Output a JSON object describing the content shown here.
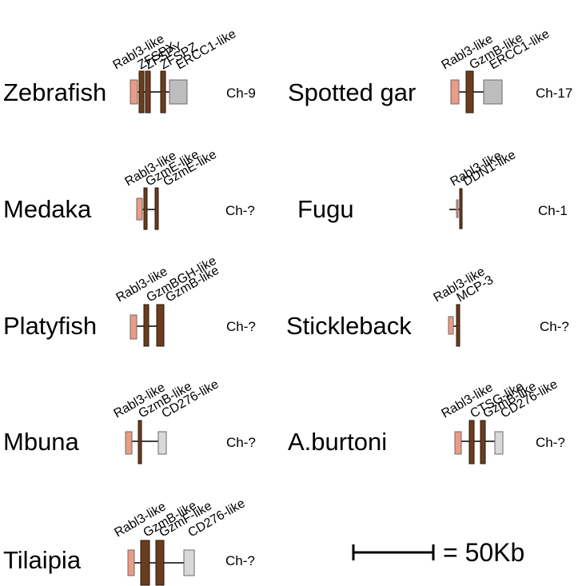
{
  "colors": {
    "rabl3": "#ec9b86",
    "gzm": "#6b3d1f",
    "grey_dark": "#bdbdbd",
    "grey_light": "#d9d9d9",
    "line": "#000000",
    "edge": "#6a6a6a"
  },
  "scale": {
    "label": "= 50Kb"
  },
  "loci": [
    {
      "species": "Zebrafish",
      "chromosome": "Ch-9",
      "genes": [
        {
          "label": "Rabl3-like",
          "kind": "rabl3"
        },
        {
          "label": "ZFSPX",
          "kind": "gzm"
        },
        {
          "label": "ZFSPY",
          "kind": "gzm"
        },
        {
          "label": "ZFSPZ",
          "kind": "gzm"
        },
        {
          "label": "ERCC1-like",
          "kind": "grey_dark"
        }
      ]
    },
    {
      "species": "Spotted gar",
      "chromosome": "Ch-17",
      "genes": [
        {
          "label": "Rabl3-like",
          "kind": "rabl3"
        },
        {
          "label": "GzmB-like",
          "kind": "gzm"
        },
        {
          "label": "ERCC1-like",
          "kind": "grey_dark"
        }
      ]
    },
    {
      "species": "Medaka",
      "chromosome": "Ch-?",
      "genes": [
        {
          "label": "Rabl3-like",
          "kind": "rabl3"
        },
        {
          "label": "GzmE-like",
          "kind": "gzm"
        },
        {
          "label": "GzmE-like",
          "kind": "gzm"
        }
      ]
    },
    {
      "species": "Fugu",
      "chromosome": "Ch-1",
      "genes": [
        {
          "label": "Rabl3-like",
          "kind": "rabl3"
        },
        {
          "label": "DDN1-like",
          "kind": "gzm"
        }
      ]
    },
    {
      "species": "Platyfish",
      "chromosome": "Ch-?",
      "genes": [
        {
          "label": "Rabl3-like",
          "kind": "rabl3"
        },
        {
          "label": "GzmBGH-like",
          "kind": "gzm"
        },
        {
          "label": "GzmB-like",
          "kind": "gzm"
        }
      ]
    },
    {
      "species": "Stickleback",
      "chromosome": "Ch-?",
      "genes": [
        {
          "label": "Rabl3-like",
          "kind": "rabl3"
        },
        {
          "label": "MCP-3",
          "kind": "gzm"
        }
      ]
    },
    {
      "species": "Mbuna",
      "chromosome": "Ch-?",
      "genes": [
        {
          "label": "Rabl3-like",
          "kind": "rabl3"
        },
        {
          "label": "GzmB-like",
          "kind": "gzm"
        },
        {
          "label": "CD276-like",
          "kind": "grey_light"
        }
      ]
    },
    {
      "species": "A.burtoni",
      "chromosome": "Ch-?",
      "genes": [
        {
          "label": "Rabl3-like",
          "kind": "rabl3"
        },
        {
          "label": "CTSG-like",
          "kind": "gzm"
        },
        {
          "label": "GzmB-like",
          "kind": "gzm"
        },
        {
          "label": "CD276-like",
          "kind": "grey_light"
        }
      ]
    },
    {
      "species": "Tilaipia",
      "chromosome": "Ch-?",
      "genes": [
        {
          "label": "Rabl3-like",
          "kind": "rabl3"
        },
        {
          "label": "GzmB-like",
          "kind": "gzm"
        },
        {
          "label": "GzmF-like",
          "kind": "gzm"
        },
        {
          "label": "CD276-like",
          "kind": "grey_light"
        }
      ]
    }
  ]
}
